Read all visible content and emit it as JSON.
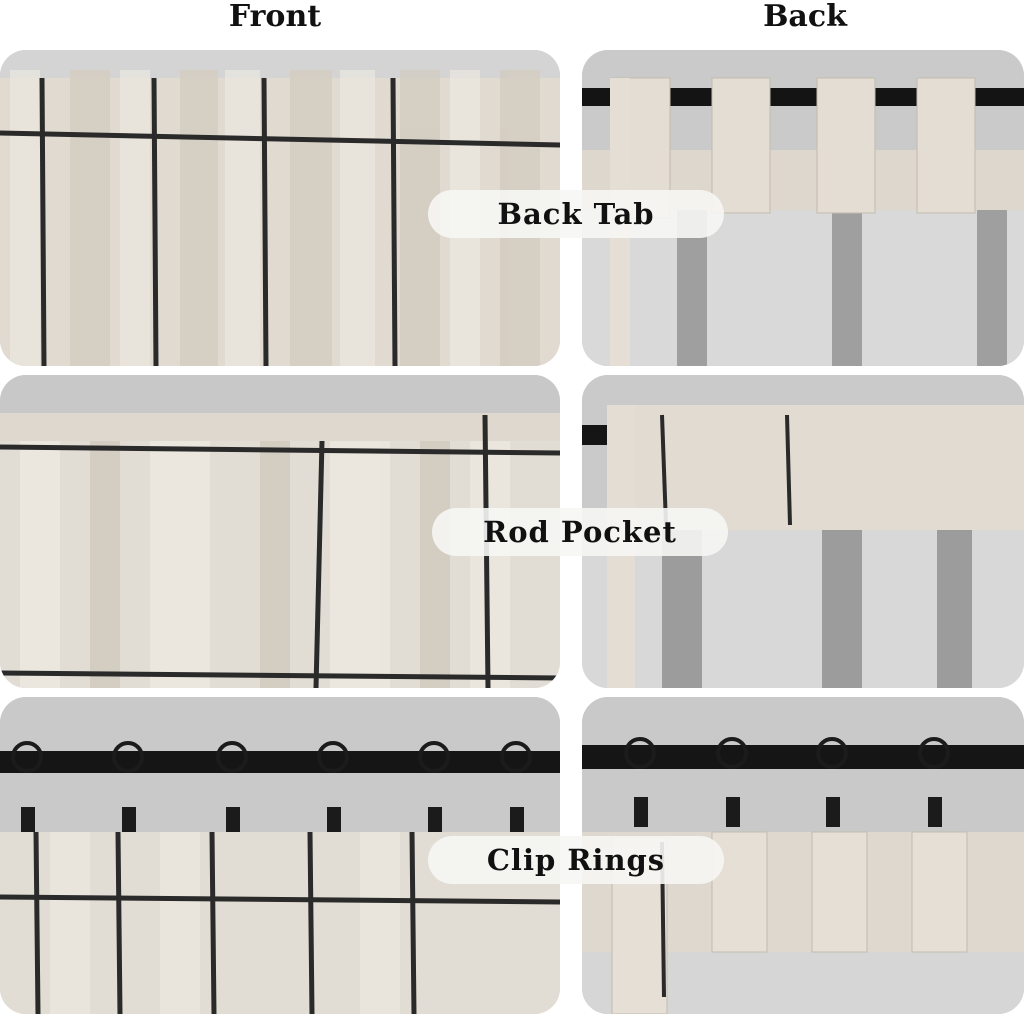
{
  "headers": {
    "front": "Front",
    "back": "Back"
  },
  "labels": {
    "back_tab": "Back Tab",
    "rod_pocket": "Rod Pocket",
    "clip_rings": "Clip Rings"
  },
  "colors": {
    "linen": "#e2ddd4",
    "linen_dark": "#c9c2b6",
    "stripe": "#2a2a2a",
    "liner": "#d7d7d7",
    "liner_dark": "#9d9d9d",
    "rod": "#151515",
    "wall": "#c9c9c9"
  }
}
